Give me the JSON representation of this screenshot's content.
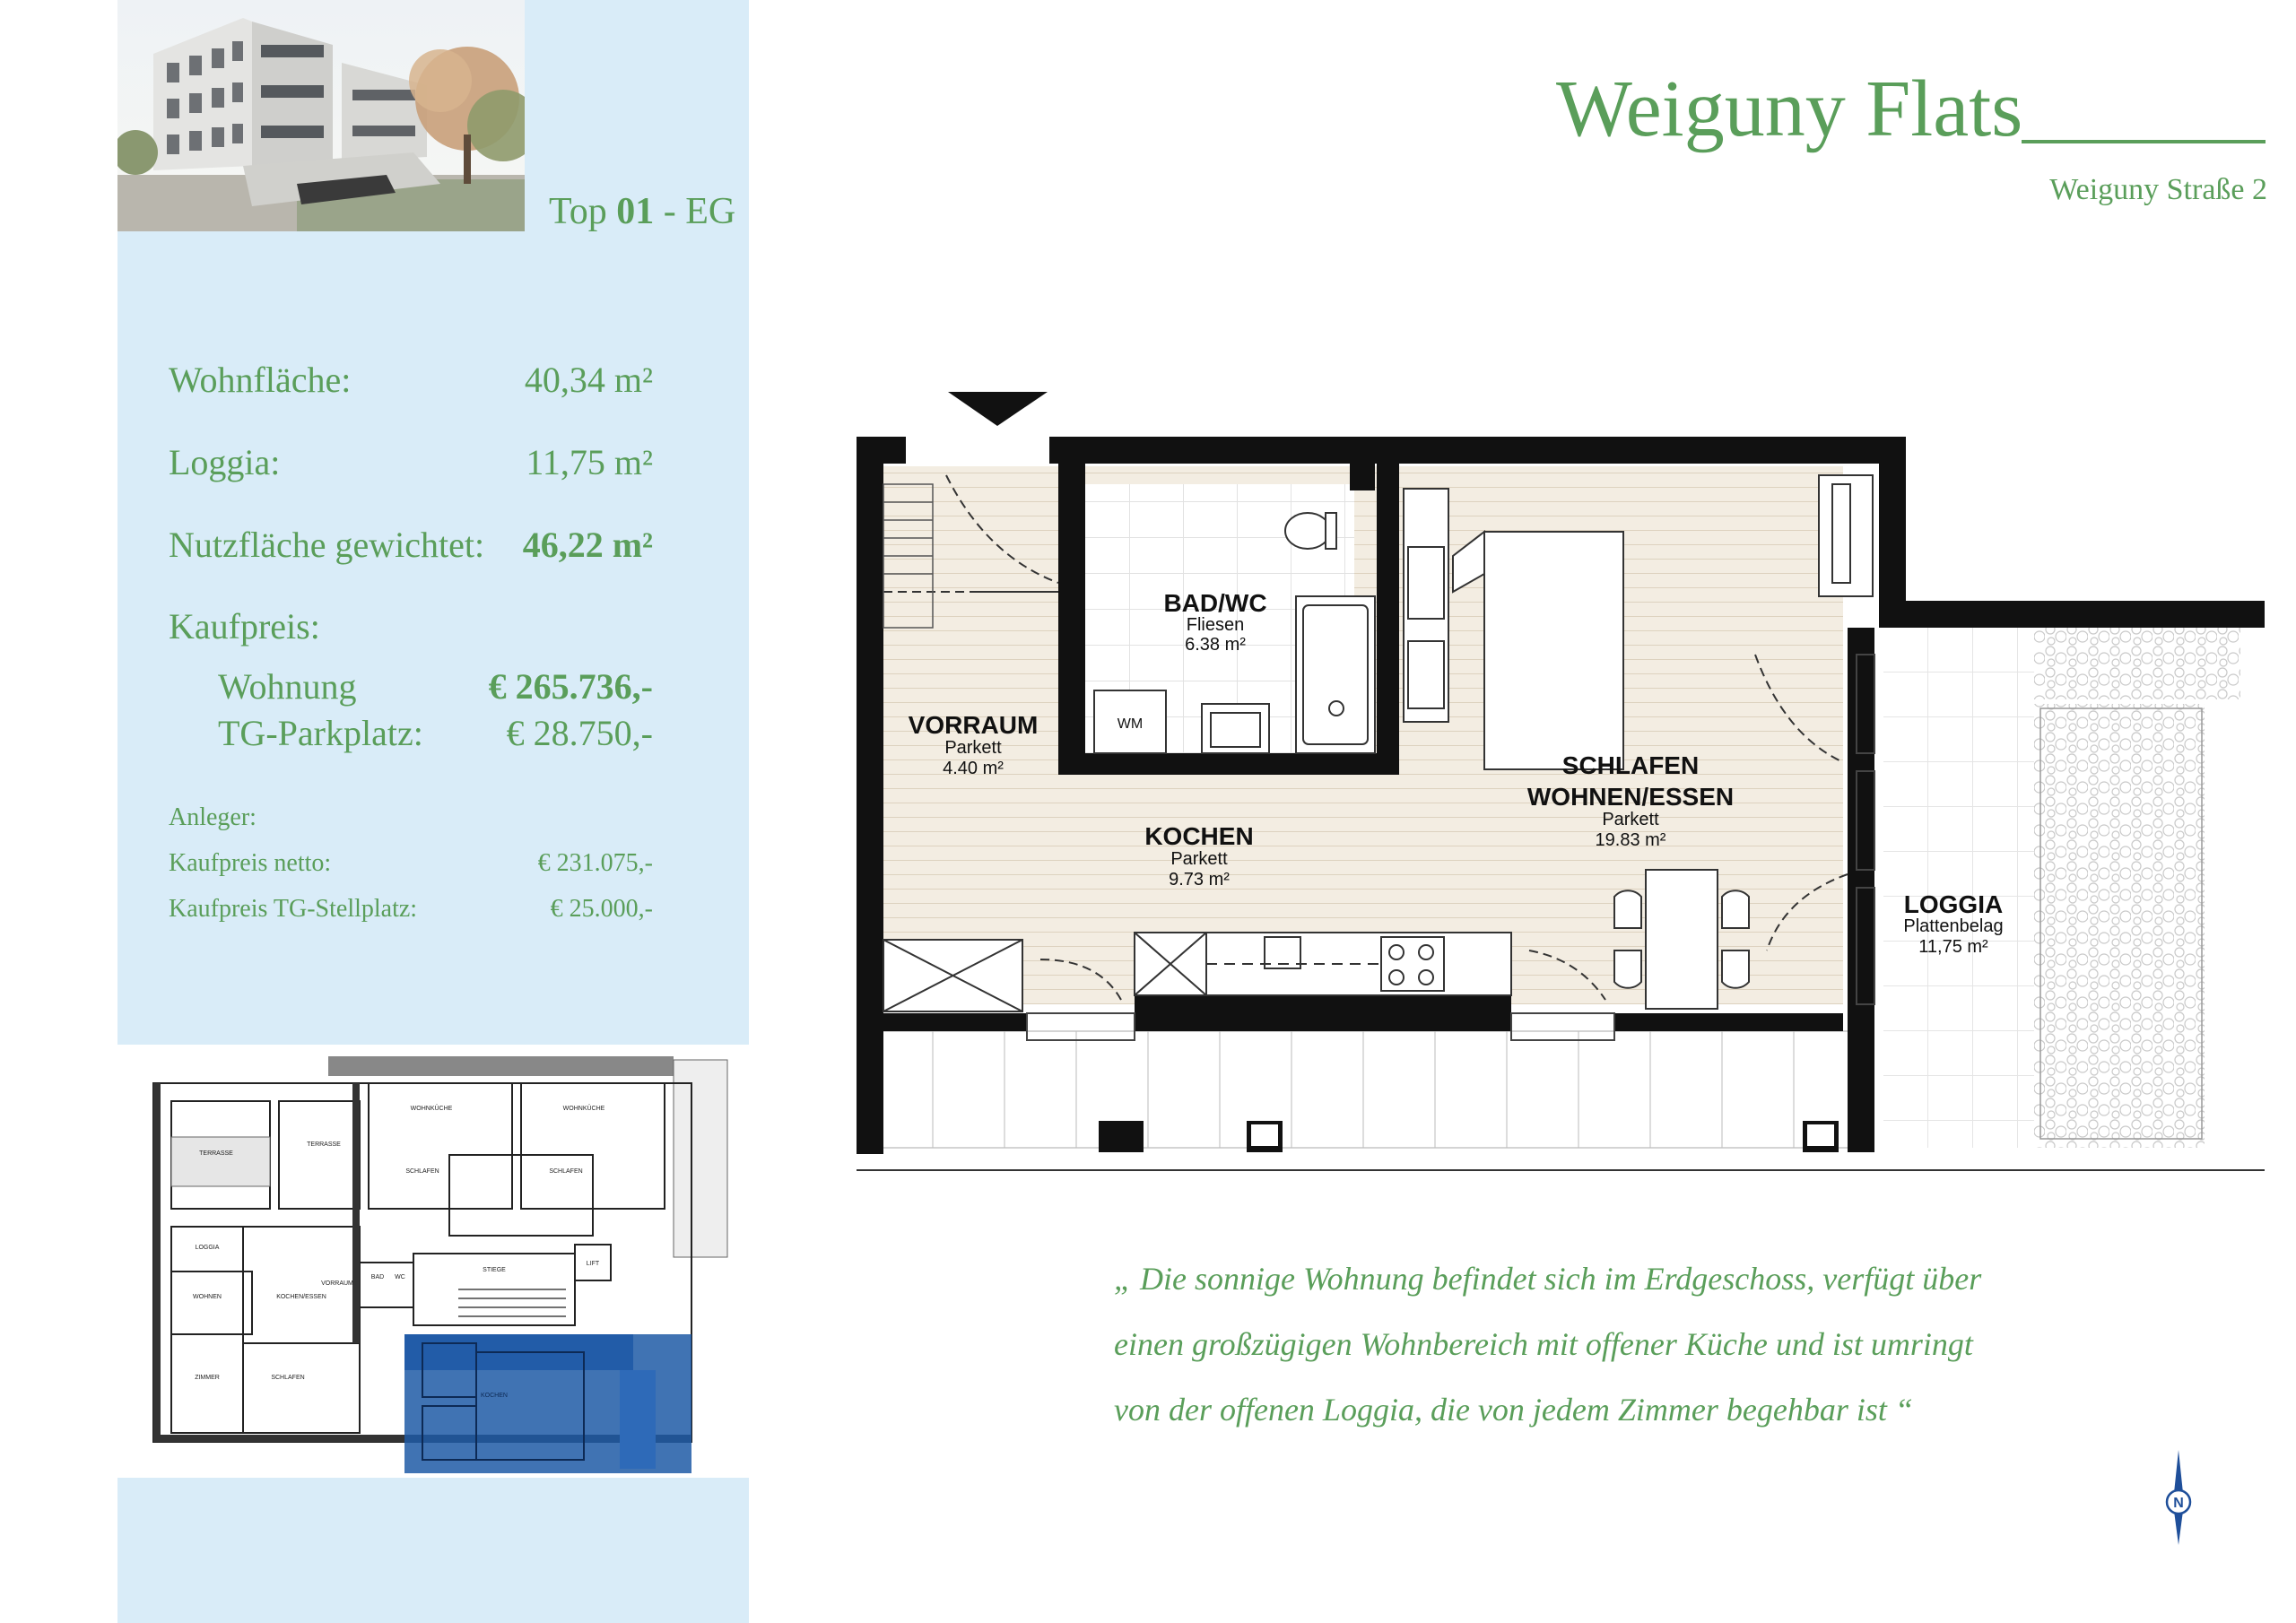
{
  "unit": {
    "prefix": "Top",
    "number": "01",
    "suffix": "- EG"
  },
  "brand": {
    "name": "Weiguny Flats",
    "address": "Weiguny Straße 2"
  },
  "specs": {
    "wohnflaeche_label": "Wohnfläche:",
    "wohnflaeche_value": "40,34 m²",
    "loggia_label": "Loggia:",
    "loggia_value": "11,75 m²",
    "nutzflaeche_label": "Nutzfläche gewichtet:",
    "nutzflaeche_value": "46,22 m²",
    "kaufpreis_label": "Kaufpreis:",
    "wohnung_label": "Wohnung",
    "wohnung_value": "€ 265.736,-",
    "parkplatz_label": "TG-Parkplatz:",
    "parkplatz_value": "€ 28.750,-"
  },
  "investor": {
    "heading": "Anleger:",
    "netto_label": "Kaufpreis netto:",
    "netto_value": "€ 231.075,-",
    "stellplatz_label": "Kaufpreis TG-Stellplatz:",
    "stellplatz_value": "€ 25.000,-"
  },
  "rooms": {
    "bad_name": "BAD/WC",
    "bad_floor": "Fliesen",
    "bad_area": "6.38 m²",
    "wm": "WM",
    "vorraum_name": "VORRAUM",
    "vorraum_floor": "Parkett",
    "vorraum_area": "4.40 m²",
    "kochen_name": "KOCHEN",
    "kochen_floor": "Parkett",
    "kochen_area": "9.73 m²",
    "schlafen_name1": "SCHLAFEN",
    "schlafen_name2": "WOHNEN/ESSEN",
    "schlafen_floor": "Parkett",
    "schlafen_area": "19.83 m²",
    "loggia_name": "LOGGIA",
    "loggia_floor": "Plattenbelag",
    "loggia_area": "11,75 m²"
  },
  "site_labels": {
    "terrasse": "TERRASSE",
    "schlafen": "SCHLAFEN",
    "loggia": "LOGGIA",
    "wohnen": "WOHNEN",
    "kochen_essen": "KOCHEN/ESSEN",
    "vorraum": "VORRAUM",
    "bad": "BAD",
    "wc": "WC",
    "stiege": "STIEGE",
    "lift": "LIFT",
    "zimmer": "ZIMMER",
    "kochen": "KOCHEN",
    "wohnkueche": "WOHNKÜCHE"
  },
  "quote": {
    "line1": "„ Die sonnige Wohnung befindet sich im Erdgeschoss, verfügt über",
    "line2": "einen großzügigen Wohnbereich mit offener Küche und ist umringt",
    "line3": "von der offenen Loggia, die von jedem Zimmer begehbar ist “"
  },
  "compass": {
    "letter": "N"
  },
  "colors": {
    "green": "#5a9e5a",
    "panel": "#d9ecf8",
    "highlight": "#1f5aa6"
  }
}
